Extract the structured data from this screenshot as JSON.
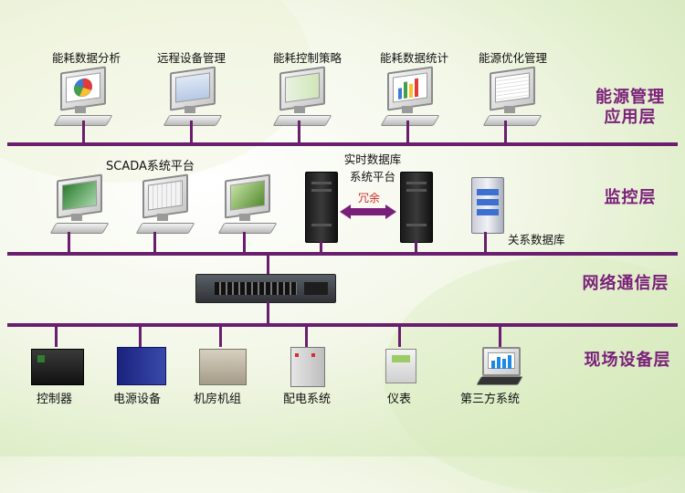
{
  "layers": {
    "app": "能源管理\n应用层",
    "monitor": "监控层",
    "network": "网络通信层",
    "field": "现场设备层"
  },
  "app_nodes": [
    "能耗数据分析",
    "远程设备管理",
    "能耗控制策略",
    "能耗数据统计",
    "能源优化管理"
  ],
  "monitor": {
    "scada_label": "SCADA系统平台",
    "rtdb_label_line1": "实时数据库",
    "rtdb_label_line2": "系统平台",
    "redundancy_label": "冗余",
    "relational_db_label": "关系数据库"
  },
  "field_devices": [
    "控制器",
    "电源设备",
    "机房机组",
    "配电系统",
    "仪表",
    "第三方系统"
  ],
  "colors": {
    "bus": "#6a1e6e",
    "layer_text": "#7a1f79",
    "redundancy": "#cc2a2a"
  }
}
